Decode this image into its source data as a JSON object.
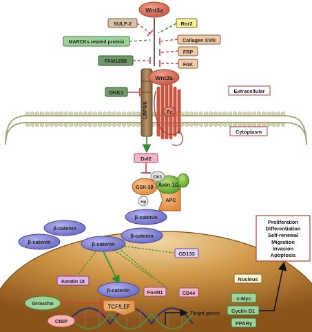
{
  "nodes": {
    "wnt3a_top": "Wnt3a",
    "sulf2": "SULF-2",
    "ror2": "Ror2",
    "marcks": "MARCKs related protein",
    "collagen18": "Collagen XVIII",
    "frp": "FRP",
    "fam129b": "FAM129B",
    "fak": "FAK",
    "wnt3a_receptor": "Wnt3a",
    "dkk1": "DKK1",
    "lrp56": "LRP5/6",
    "fz": "Fz",
    "extracellular": "Extracellular",
    "cytoplasm": "Cytoplasm",
    "dvl2": "Dvl2",
    "ck1": "CK1",
    "gsk3b": "GSK-3β",
    "axin": "Axin 1/2",
    "apc": "APC",
    "phospho": "®p",
    "beta_catenin": "β-catenin",
    "nucleus": "Nucleus",
    "cd133": "CD133",
    "keratin18": "Keratin 18",
    "foxm1": "FoxM1",
    "cd44": "CD44",
    "groucho": "Groucho",
    "tcf_lef": "TCF/LEF",
    "ctbp": "CtBP",
    "target_genes": "Target genes",
    "cmyc": "c-Myc",
    "cyclin_d1": "Cyclin D1",
    "ppar": "PPARγ"
  },
  "outcomes": [
    "Proliferation",
    "Differentiation",
    "Self-renewal",
    "Migration",
    "Invasion",
    "Apoptosis"
  ],
  "colors": {
    "inhibitor_box": "#d8c3a8",
    "enhancer_box": "#f3c9a6",
    "green_box": "#9fd29a",
    "dark_green_box": "#6f9a6a",
    "pink_box": "#f3b5c9",
    "beta_catenin": "#7f7fd1",
    "receptor_red": "#d86a4f",
    "lrp_brown": "#9b7a50",
    "membrane": "#c9c9a0",
    "nucleus_fill": "#b57a2f",
    "inhibit_red": "#d93b3b",
    "activate_green": "#2d8a2d"
  }
}
